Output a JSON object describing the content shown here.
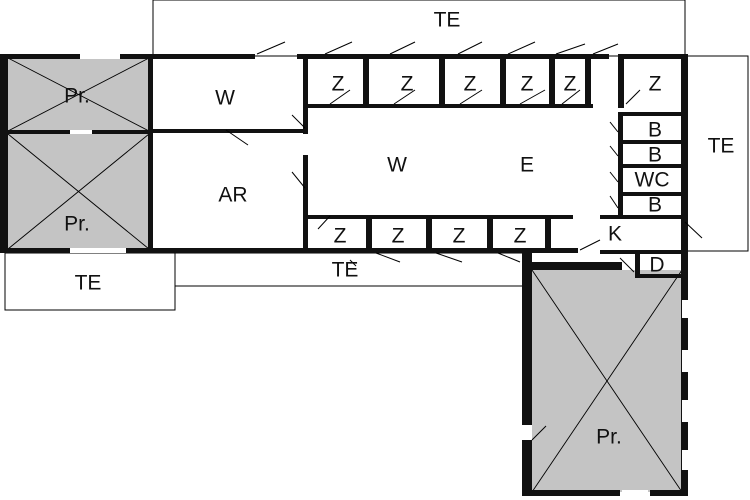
{
  "labels": {
    "te_top": "TE",
    "pr_upper_left": "Pr.",
    "w_small": "W",
    "z_top_1": "Z",
    "z_top_2": "Z",
    "z_top_3": "Z",
    "z_top_4": "Z",
    "z_top_5": "Z",
    "z_top_right": "Z",
    "b_1": "B",
    "b_2": "B",
    "wc": "WC",
    "b_3": "B",
    "te_right": "TE",
    "w_center": "W",
    "e_center": "E",
    "ar": "AR",
    "pr_lower_left": "Pr.",
    "z_bottom_1": "Z",
    "z_bottom_2": "Z",
    "z_bottom_3": "Z",
    "z_bottom_4": "Z",
    "k": "K",
    "d": "D",
    "te_left": "TE",
    "te_middle": "TE",
    "pr_right": "Pr."
  }
}
